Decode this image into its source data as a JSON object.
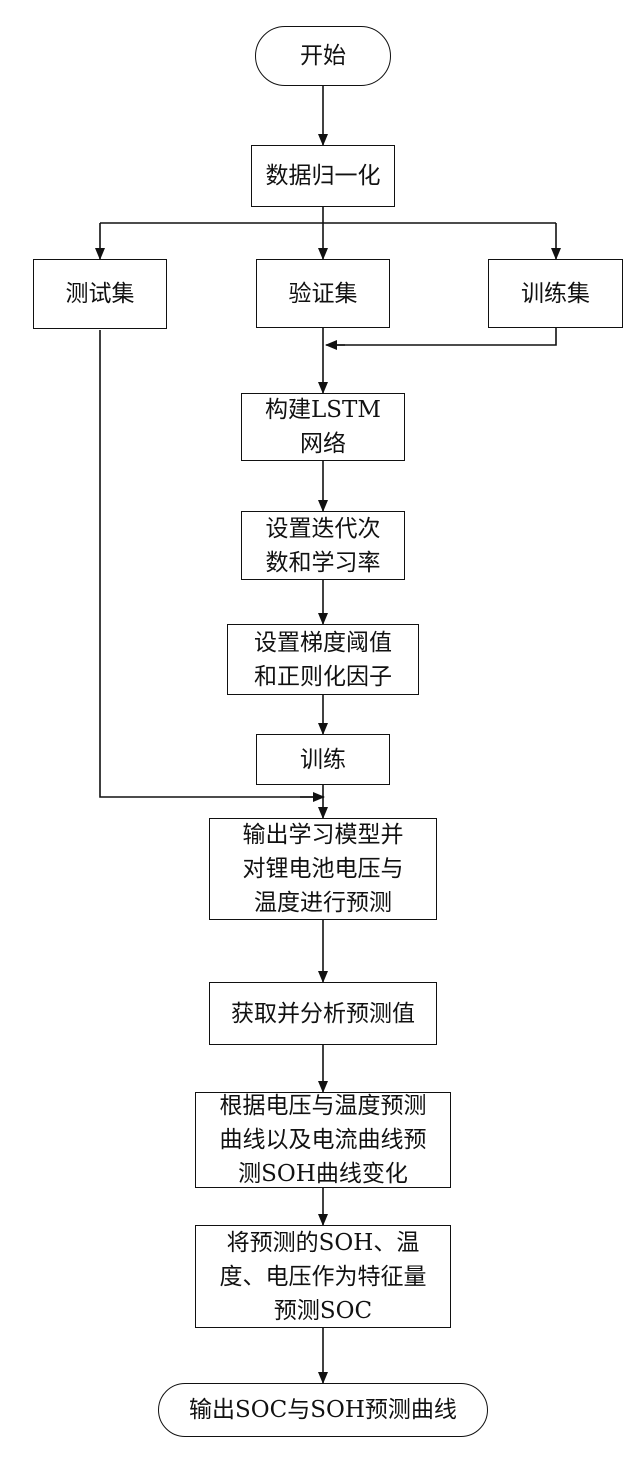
{
  "nodes": {
    "start": [
      "开始"
    ],
    "normalize": [
      "数据归一化"
    ],
    "test_set": [
      "测试集"
    ],
    "val_set": [
      "验证集"
    ],
    "train_set": [
      "训练集"
    ],
    "build_lstm": [
      "构建LSTM",
      "网络"
    ],
    "set_iter": [
      "设置迭代次",
      "数和学习率"
    ],
    "set_grad": [
      "设置梯度阈值",
      "和正则化因子"
    ],
    "train": [
      "训练"
    ],
    "output_model": [
      "输出学习模型并",
      "对锂电池电压与",
      "温度进行预测"
    ],
    "get_pred": [
      "获取并分析预测值"
    ],
    "pred_soh": [
      "根据电压与温度预测",
      "曲线以及电流曲线预",
      "测SOH曲线变化"
    ],
    "pred_soc": [
      "将预测的SOH、温",
      "度、电压作为特征量",
      "预测SOC"
    ],
    "end": [
      "输出SOC与SOH预测曲线"
    ]
  }
}
